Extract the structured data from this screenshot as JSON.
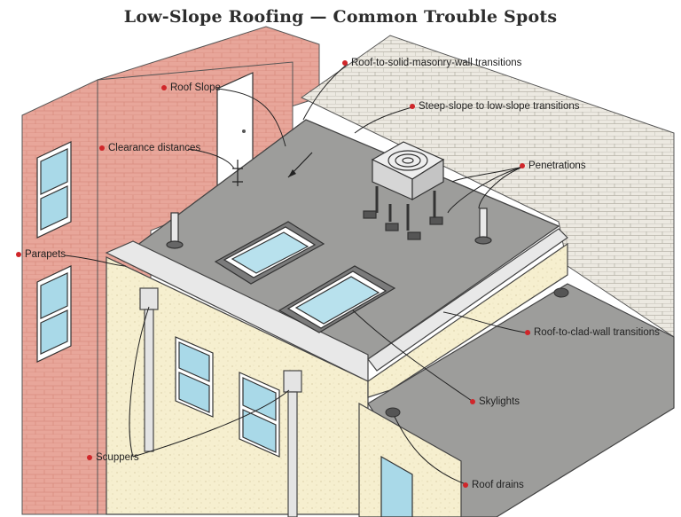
{
  "title": "Low-Slope Roofing — Common Trouble Spots",
  "colors": {
    "accent_dot": "#d0262a",
    "brick": "#e8a69a",
    "stucco": "#f6efcf",
    "roof_membrane": "#9d9d9b",
    "shingles": "#ece9e1",
    "window_glass": "#a9d9e8"
  },
  "callouts": {
    "roof_slope": "Roof Slope",
    "clearance": "Clearance distances",
    "parapets": "Parapets",
    "scuppers": "Scuppers",
    "masonry": "Roof-to-solid-masonry-wall transitions",
    "steep_slope": "Steep-slope to low-slope transitions",
    "penetrations": "Penetrations",
    "clad_wall": "Roof-to-clad-wall transitions",
    "skylights": "Skylights",
    "roof_drains": "Roof drains"
  }
}
